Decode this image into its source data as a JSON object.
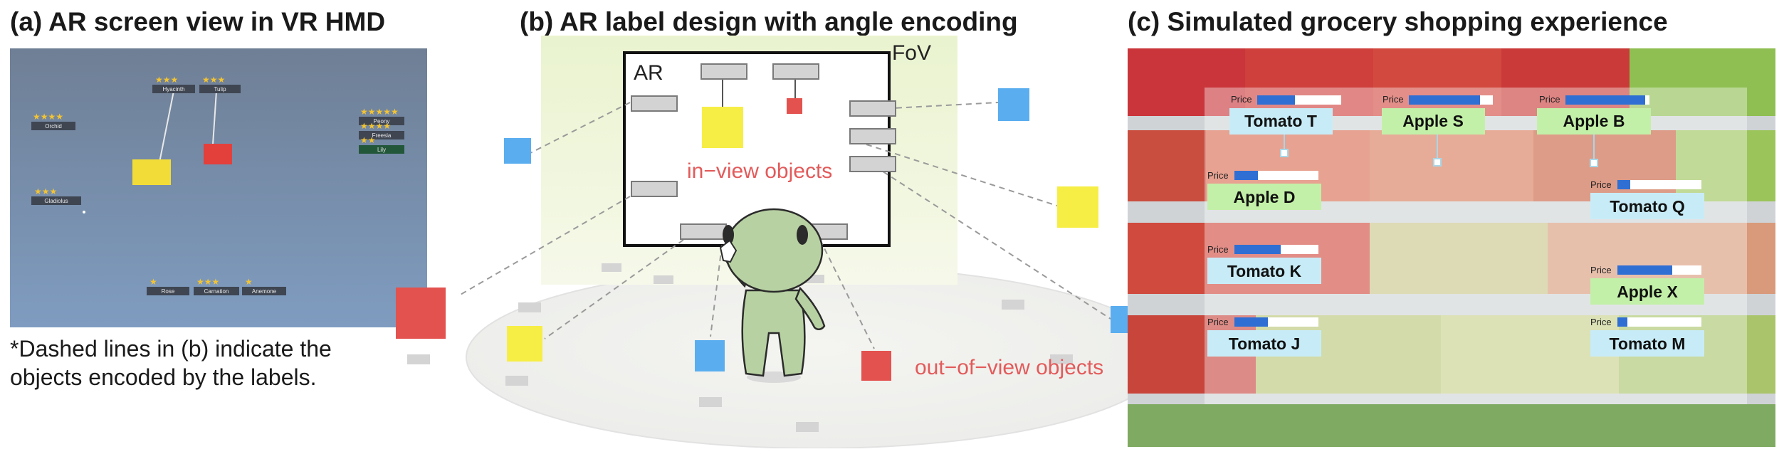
{
  "panel_a": {
    "title": "(a) AR screen view in VR HMD",
    "labels": [
      {
        "stars": "★★★★",
        "name": "Orchid"
      },
      {
        "stars": "★★★",
        "name": "Gladiolus"
      },
      {
        "stars": "★★★",
        "name": "Hyacinth"
      },
      {
        "stars": "★★★",
        "name": "Tulip"
      },
      {
        "stars": "★★★★★",
        "name": "Peony"
      },
      {
        "stars": "★★★★",
        "name": "Freesia"
      },
      {
        "stars": "★★",
        "name": "Lily"
      },
      {
        "stars": "★",
        "name": "Rose"
      },
      {
        "stars": "★★★",
        "name": "Carnation"
      },
      {
        "stars": "★",
        "name": "Anemone"
      }
    ],
    "note": "*Dashed lines in (b) indicate the objects encoded by the labels."
  },
  "panel_b": {
    "title": "(b) AR label design with angle encoding",
    "fov_label": "FoV",
    "ar_label": "AR",
    "in_view_label": "in−view objects",
    "out_of_view_label": "out−of−view objects"
  },
  "panel_c": {
    "title": "(c) Simulated grocery shopping experience",
    "price_label": "Price",
    "items": [
      {
        "name": "Tomato T",
        "price_fraction": 0.45
      },
      {
        "name": "Apple S",
        "price_fraction": 0.85
      },
      {
        "name": "Apple B",
        "price_fraction": 0.95
      },
      {
        "name": "Apple D",
        "price_fraction": 0.28
      },
      {
        "name": "Tomato Q",
        "price_fraction": 0.15
      },
      {
        "name": "Tomato K",
        "price_fraction": 0.55
      },
      {
        "name": "Apple X",
        "price_fraction": 0.65
      },
      {
        "name": "Tomato J",
        "price_fraction": 0.4
      },
      {
        "name": "Tomato M",
        "price_fraction": 0.12
      }
    ]
  },
  "colors": {
    "red": "#e3524f",
    "yellow": "#f7ee45",
    "blue": "#5aaef0",
    "creature": "#b8d1a3",
    "label_gray": "#d3d3d3",
    "vr_sky": "#7f97b8",
    "tomato_label": "#c8ecf7",
    "apple_label": "#c3f0a8",
    "price_bar": "#2f6fd4"
  }
}
